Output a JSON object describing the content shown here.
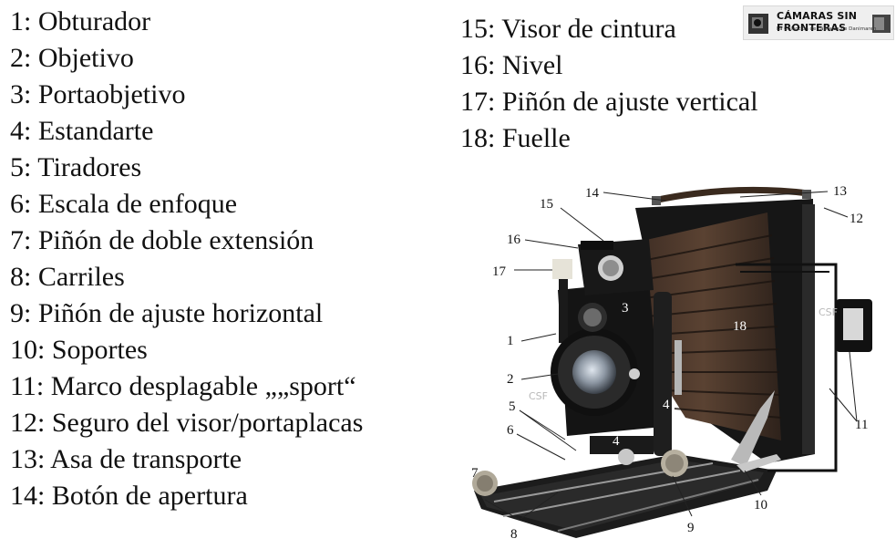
{
  "legend": {
    "left": [
      "1: Obturador",
      "2: Objetivo",
      "3: Portaobjetivo",
      "4: Estandarte",
      "5: Tiradores",
      "6: Escala de enfoque",
      "7: Piñón de doble extensión",
      "8: Carriles",
      "9: Piñón de ajuste horizontal",
      "10: Soportes",
      "11: Marco desplagable „„sport“",
      "12: Seguro del visor/portaplacas",
      "13: Asa de transporte",
      "14: Botón de apertura"
    ],
    "right": [
      "15: Visor de cintura",
      "16: Nivel",
      "17: Piñón de ajuste vertical",
      "18: Fuelle"
    ]
  },
  "logo": {
    "title": "CÁMARAS SIN FRONTERAS",
    "subtitle": "La Colección de cámaras de Danimaren"
  },
  "photo": {
    "callouts": [
      "1",
      "2",
      "3",
      "4",
      "4",
      "5",
      "6",
      "7",
      "8",
      "9",
      "10",
      "11",
      "12",
      "13",
      "14",
      "15",
      "16",
      "17",
      "18"
    ],
    "watermarks": [
      "CSF",
      "CSF"
    ]
  },
  "colors": {
    "text": "#111111",
    "background": "#ffffff",
    "camera_body": "#1a1a1a",
    "watermark": "#b9b9b9"
  }
}
